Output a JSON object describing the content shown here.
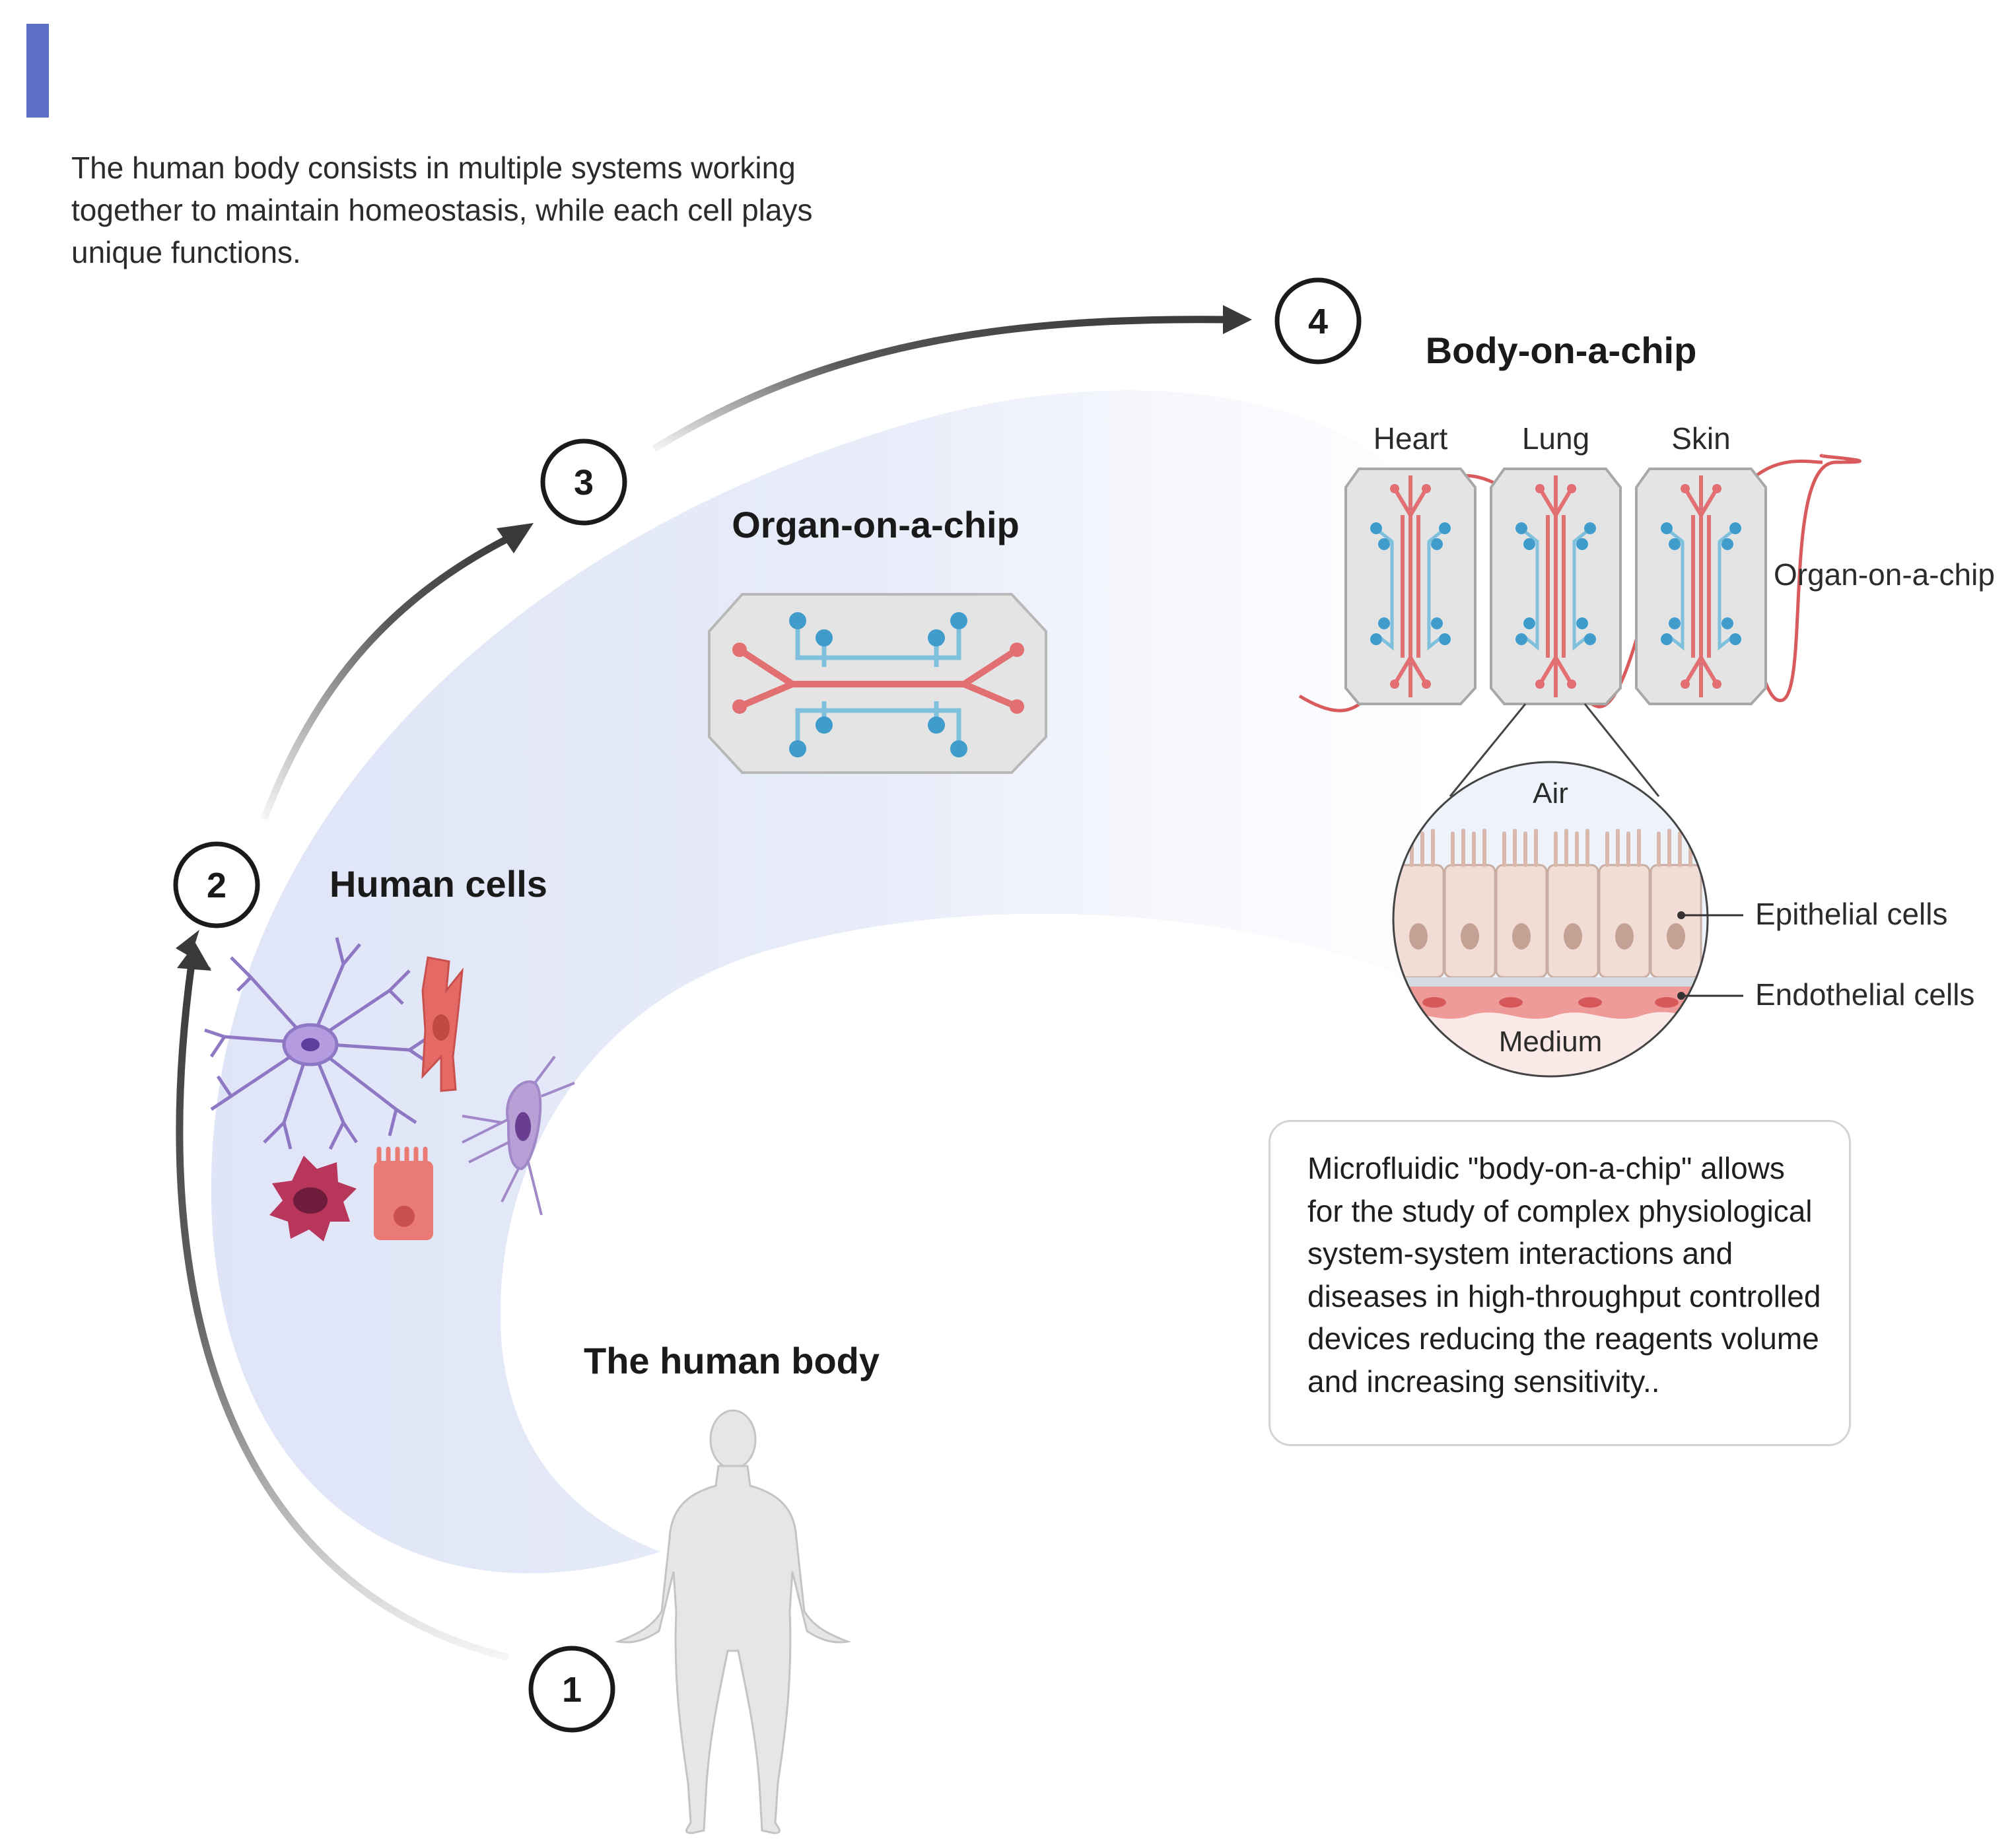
{
  "intro_text": "The human body consists in multiple systems working together to maintain homeostasis, while each cell plays unique functions.",
  "steps": [
    {
      "number": "1",
      "title": "The human body"
    },
    {
      "number": "2",
      "title": "Human cells"
    },
    {
      "number": "3",
      "title": "Organ-on-a-chip"
    },
    {
      "number": "4",
      "title": "Body-on-a-chip"
    }
  ],
  "body_on_chip": {
    "organs": [
      "Heart",
      "Lung",
      "Skin"
    ],
    "chip_label": "Organ-on-a-chip"
  },
  "lung_detail": {
    "air_label": "Air",
    "medium_label": "Medium",
    "epithelial_label": "Epithelial cells",
    "endothelial_label": "Endothelial cells"
  },
  "note_text": "Microfluidic \"body-on-a-chip\" allows for the study of complex physiological system-system interactions and diseases in high-throughput controlled devices reducing the reagents volume  and increasing sensitivity..",
  "colors": {
    "accent_bar": "#5b6fc7",
    "band": "#e4e9f8",
    "channel_red": "#e26f71",
    "channel_blue": "#7fc0dc",
    "port_blue": "#3f9ccb",
    "chip_fill": "#e4e4e4",
    "arrow": "#3a3a3a"
  },
  "icons": [
    "neuron-icon",
    "cardiomyocyte-icon",
    "fibroblast-icon",
    "immune-cell-icon",
    "epithelial-cell-icon",
    "human-body-icon",
    "microfluidic-chip-icon"
  ]
}
